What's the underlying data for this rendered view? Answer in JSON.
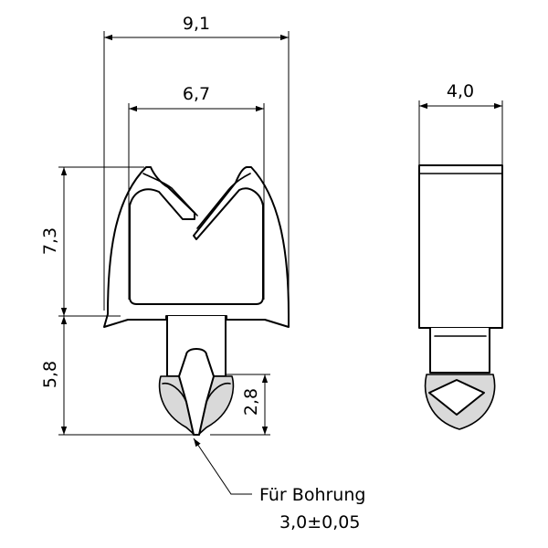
{
  "dimensions": {
    "overall_width": "9,1",
    "inner_width": "6,7",
    "side_width": "4,0",
    "upper_height": "7,3",
    "lower_height": "5,8",
    "pin_height": "2,8"
  },
  "note": {
    "line1": "Für Bohrung",
    "line2": "3,0±0,05"
  }
}
